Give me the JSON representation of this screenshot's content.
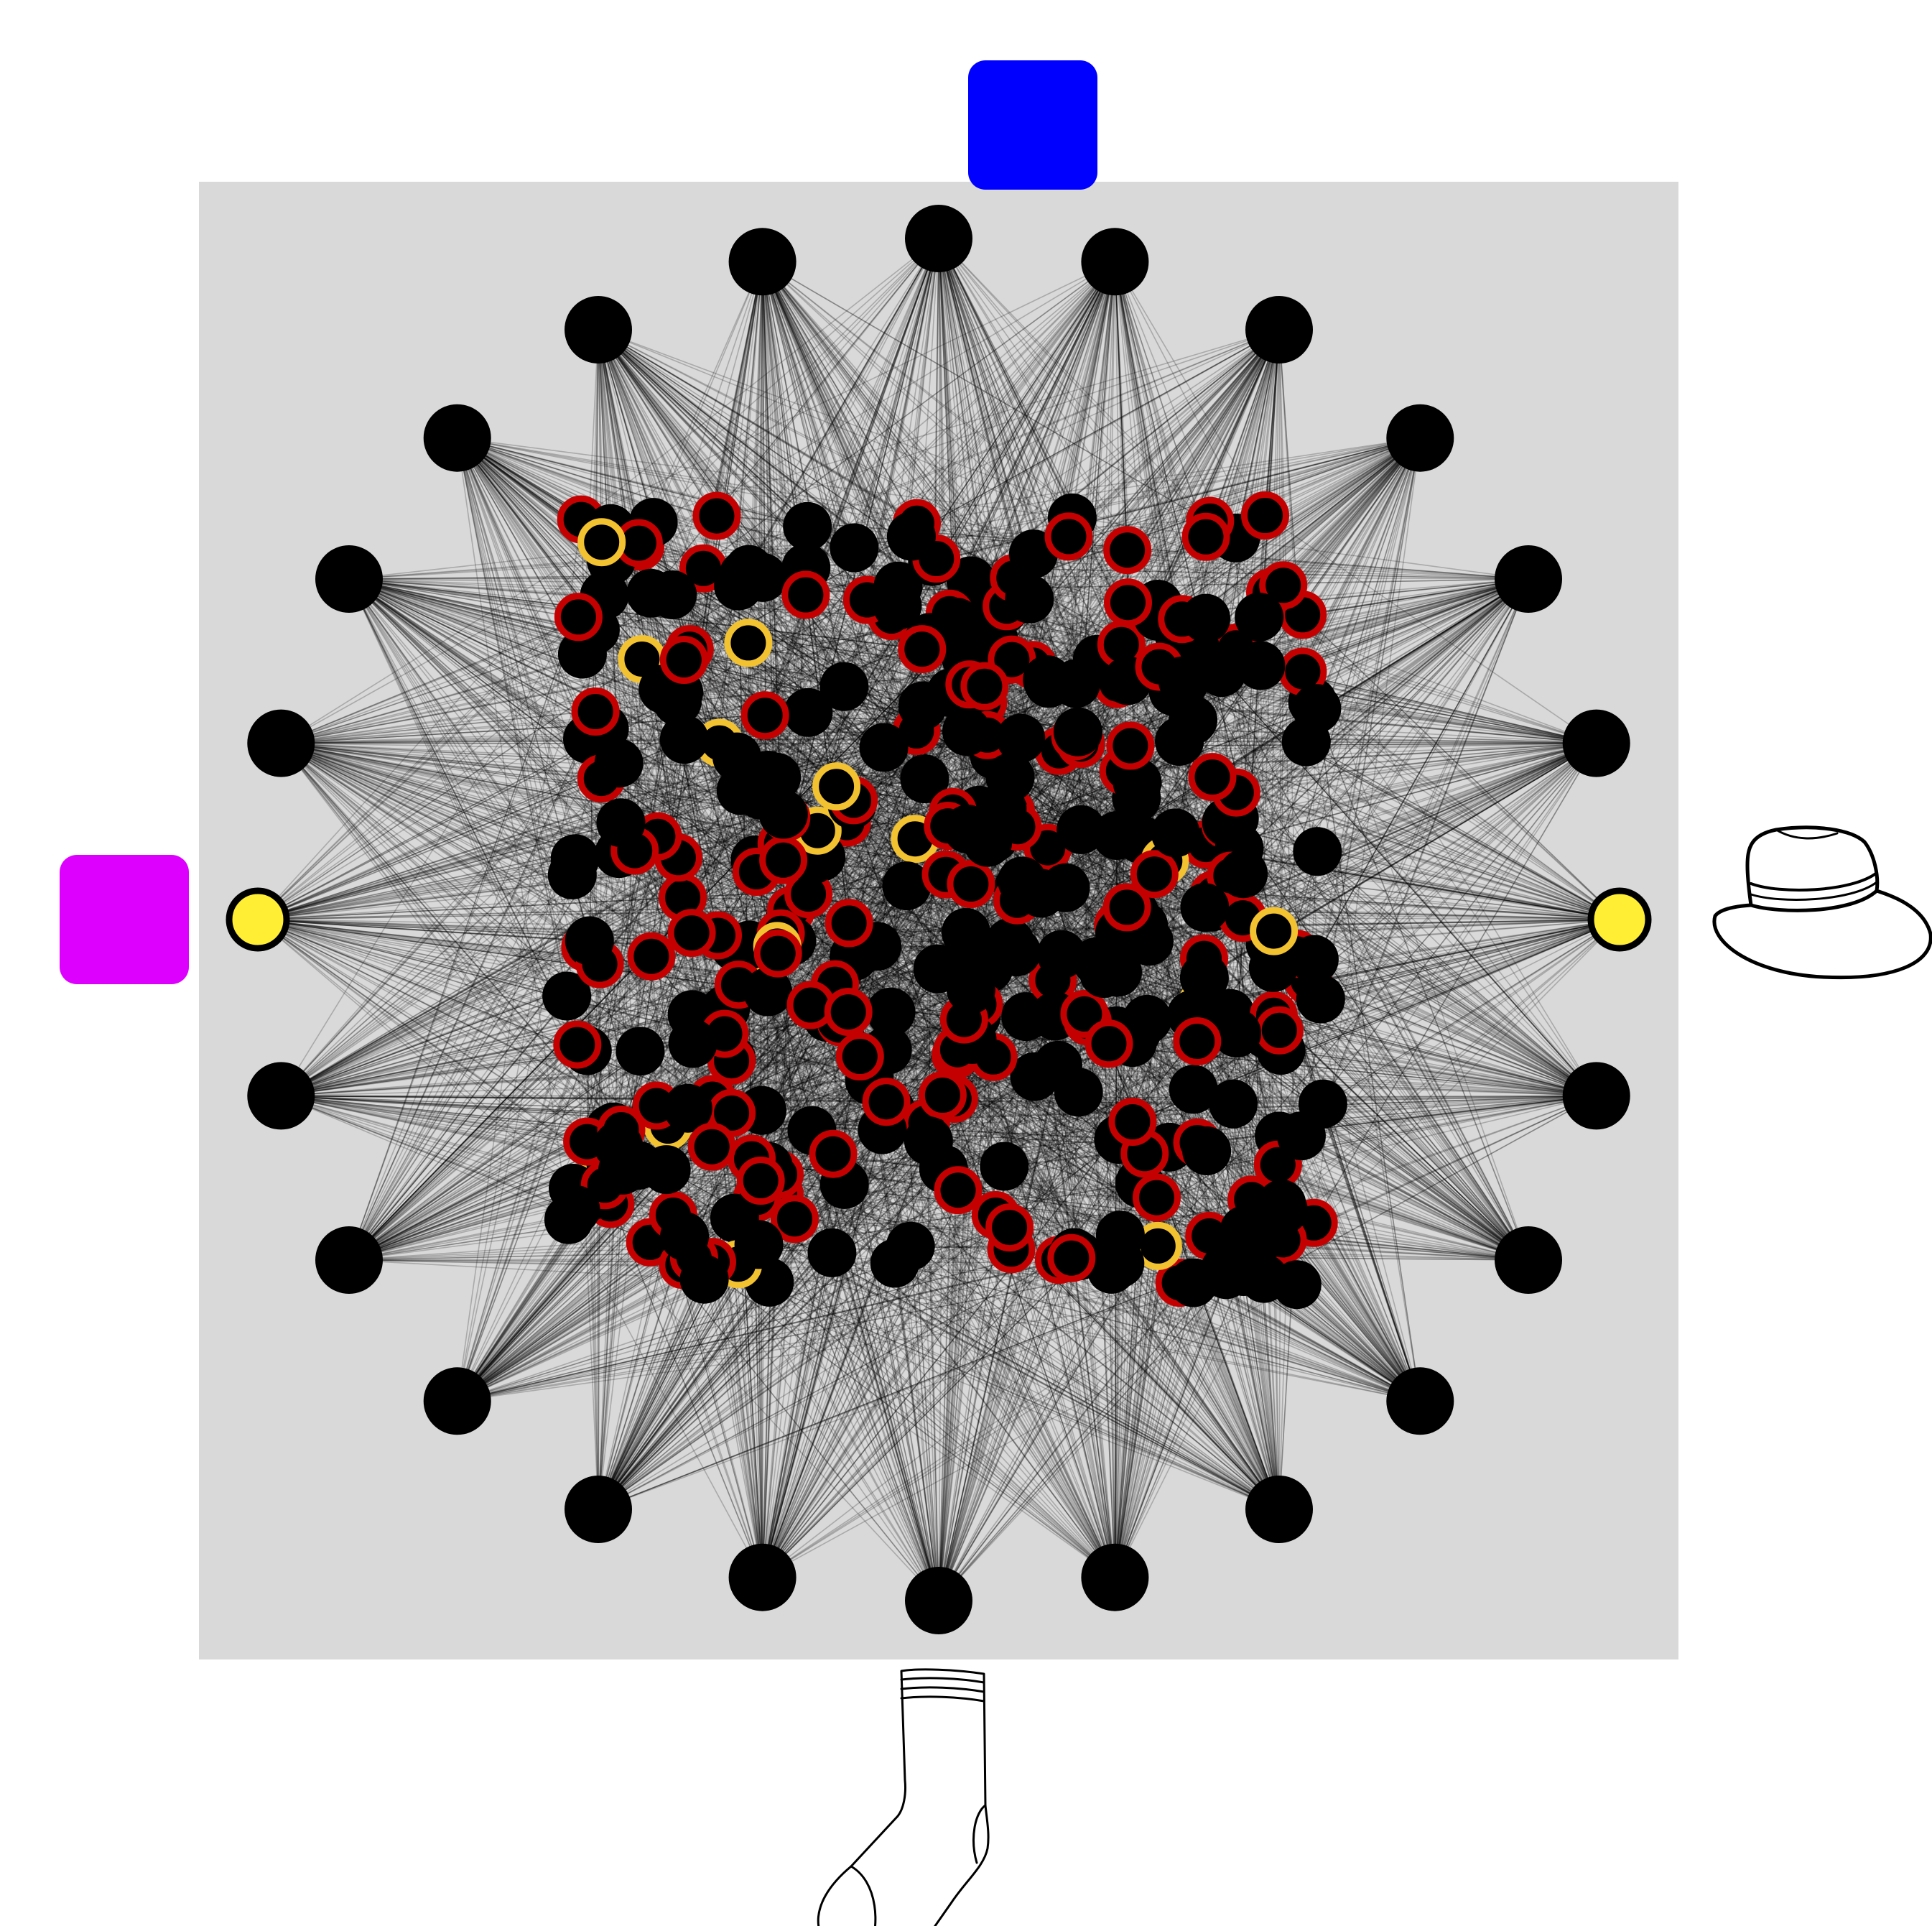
{
  "colors": {
    "background": "#ffffff",
    "panel": "#d9d9d9",
    "node_fill": "#000000",
    "edge": "#000000",
    "ring_red": "#c40000",
    "ring_yellow": "#f2c230",
    "highlight_yellow": "#ffee33",
    "marker_blue": "#0000ff",
    "marker_magenta": "#dd00ff"
  },
  "markers": {
    "top": {
      "shape": "rounded-square",
      "color": "#0000ff"
    },
    "left": {
      "shape": "rounded-square",
      "color": "#dd00ff"
    },
    "right": {
      "icon": "hat-icon"
    },
    "bottom": {
      "icon": "sock-icon"
    }
  },
  "graph": {
    "outer_ring_node_count": 24,
    "highlighted_outer_nodes": [
      "left",
      "right"
    ],
    "inner_cluster": {
      "node_style_counts": {
        "plain_black": 220,
        "red_ring": 150,
        "yellow_ring": 16
      }
    }
  }
}
